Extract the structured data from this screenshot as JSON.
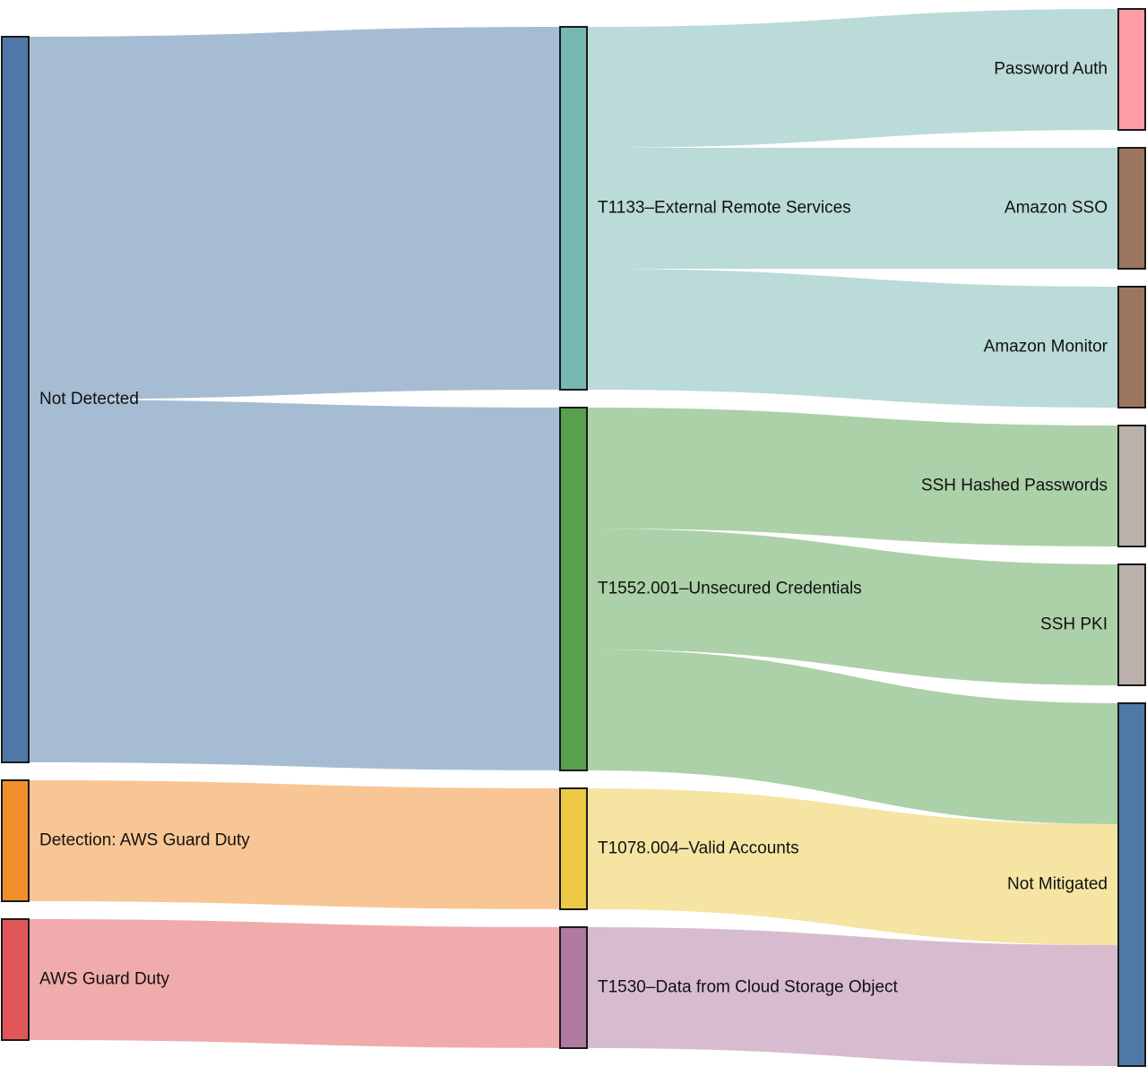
{
  "chart_data": {
    "type": "sankey",
    "nodes": [
      {
        "id": "not_detected",
        "label": "Not Detected",
        "color": "#4e79a7",
        "value": 6,
        "column": 0
      },
      {
        "id": "detection_guard",
        "label": "Detection: AWS Guard Duty",
        "color": "#f28e2b",
        "value": 1,
        "column": 0
      },
      {
        "id": "aws_guard",
        "label": "AWS Guard Duty",
        "color": "#e15759",
        "value": 1,
        "column": 0
      },
      {
        "id": "t1133",
        "label": "T1133–External Remote Services",
        "color": "#76b7b2",
        "value": 3,
        "column": 1
      },
      {
        "id": "t1552",
        "label": "T1552.001–Unsecured Credentials",
        "color": "#59a14f",
        "value": 3,
        "column": 1
      },
      {
        "id": "t1078",
        "label": "T1078.004–Valid Accounts",
        "color": "#edc948",
        "value": 1,
        "column": 1
      },
      {
        "id": "t1530",
        "label": "T1530–Data from Cloud Storage Object",
        "color": "#b07aa1",
        "value": 1,
        "column": 1
      },
      {
        "id": "pw_auth",
        "label": "Password Auth",
        "color": "#ff9da7",
        "value": 1,
        "column": 2
      },
      {
        "id": "sso",
        "label": "Amazon SSO",
        "color": "#9c755f",
        "value": 1,
        "column": 2
      },
      {
        "id": "monitor",
        "label": "Amazon Monitor",
        "color": "#9c755f",
        "value": 1,
        "column": 2
      },
      {
        "id": "ssh_hash",
        "label": "SSH Hashed Passwords",
        "color": "#bab0ac",
        "value": 1,
        "column": 2
      },
      {
        "id": "ssh_pki",
        "label": "SSH PKI",
        "color": "#bab0ac",
        "value": 1,
        "column": 2
      },
      {
        "id": "not_mitigated",
        "label": "Not Mitigated",
        "color": "#4e79a7",
        "value": 3,
        "column": 2
      }
    ],
    "links": [
      {
        "source": "not_detected",
        "target": "t1133",
        "value": 3
      },
      {
        "source": "not_detected",
        "target": "t1552",
        "value": 3
      },
      {
        "source": "detection_guard",
        "target": "t1078",
        "value": 1
      },
      {
        "source": "aws_guard",
        "target": "t1530",
        "value": 1
      },
      {
        "source": "t1133",
        "target": "pw_auth",
        "value": 1
      },
      {
        "source": "t1133",
        "target": "sso",
        "value": 1
      },
      {
        "source": "t1133",
        "target": "monitor",
        "value": 1
      },
      {
        "source": "t1552",
        "target": "ssh_hash",
        "value": 1
      },
      {
        "source": "t1552",
        "target": "ssh_pki",
        "value": 1
      },
      {
        "source": "t1552",
        "target": "not_mitigated",
        "value": 1
      },
      {
        "source": "t1078",
        "target": "not_mitigated",
        "value": 1
      },
      {
        "source": "t1530",
        "target": "not_mitigated",
        "value": 1
      }
    ]
  }
}
